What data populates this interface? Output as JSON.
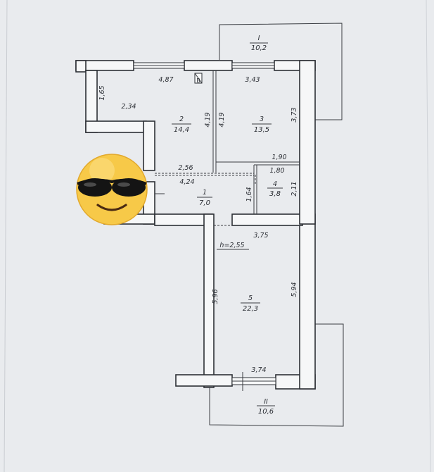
{
  "plan": {
    "balcony_top": {
      "number": "I",
      "area": "10,2"
    },
    "balcony_bottom": {
      "number": "II",
      "area": "10,6"
    },
    "rooms": [
      {
        "number": "1",
        "area": "7,0"
      },
      {
        "number": "2",
        "area": "14,4"
      },
      {
        "number": "3",
        "area": "13,5"
      },
      {
        "number": "4",
        "area": "3,8"
      },
      {
        "number": "5",
        "area": "22,3"
      }
    ],
    "dims": {
      "d_487": "4,87",
      "d_343": "3,43",
      "d_165": "1,65",
      "d_234": "2,34",
      "d_419a": "4,19",
      "d_419b": "4,19",
      "d_373": "3,73",
      "d_190": "1,90",
      "d_180": "1,80",
      "d_256": "2,56",
      "d_424": "4,24",
      "d_164": "1,64",
      "d_211": "2,11",
      "d_375": "3,75",
      "d_596": "5,96",
      "d_594": "5,94",
      "d_374": "3,74"
    },
    "height_label": "h=2,55",
    "marker": "В"
  },
  "emoji": {
    "name": "sunglasses-face-emoji"
  },
  "colors": {
    "background": "#e9ebee",
    "wall": "#2d3036",
    "emoji_face": "#f7c948"
  }
}
